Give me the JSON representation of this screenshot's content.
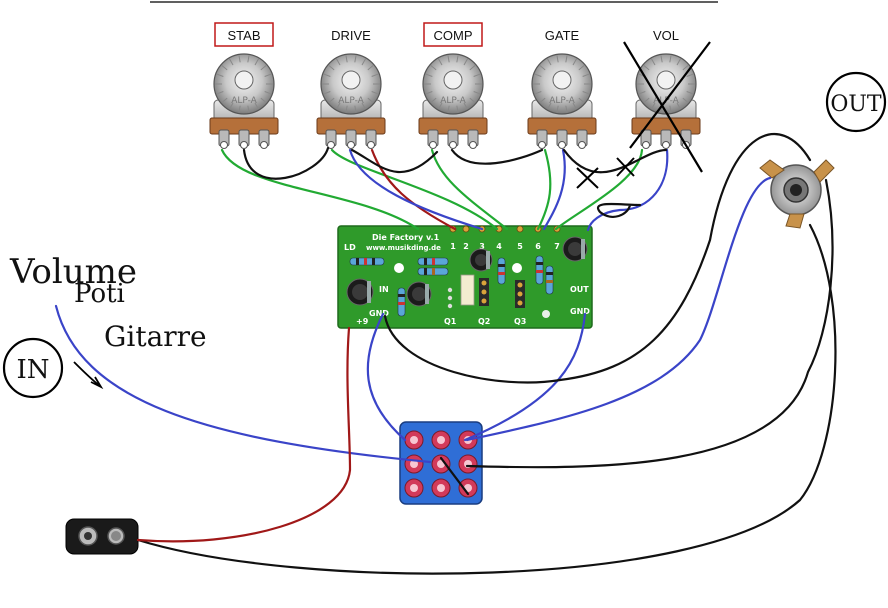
{
  "pots": [
    {
      "label": "STAB",
      "boxed": true,
      "crossed": false
    },
    {
      "label": "DRIVE",
      "boxed": false,
      "crossed": false
    },
    {
      "label": "COMP",
      "boxed": true,
      "crossed": false
    },
    {
      "label": "GATE",
      "boxed": false,
      "crossed": false
    },
    {
      "label": "VOL",
      "boxed": false,
      "crossed": true
    }
  ],
  "pot_body_text": "ALP-A",
  "pcb": {
    "title": "Die Factory v.1",
    "url": "www.musikding.de",
    "pad_numbers": [
      "1",
      "2",
      "3",
      "4",
      "5",
      "6",
      "7"
    ],
    "led_label": "LD",
    "in_label": "IN",
    "out_label": "OUT",
    "gnd_left": "GND",
    "gnd_right": "GND",
    "v9_label": "+9",
    "transistors": [
      "Q1",
      "Q2",
      "Q3"
    ]
  },
  "annotations": {
    "out_circle": "OUT",
    "in_circle": "IN",
    "note_line1": "Volume",
    "note_line2": "Poti",
    "note_line3": "Gitarre"
  },
  "colors": {
    "green_wire": "#22aa33",
    "blue_wire": "#3a44c8",
    "red_wire": "#a01818",
    "black_wire": "#111111",
    "pcb_green": "#2f9a2a",
    "switch_blue": "#2f6ed6"
  }
}
